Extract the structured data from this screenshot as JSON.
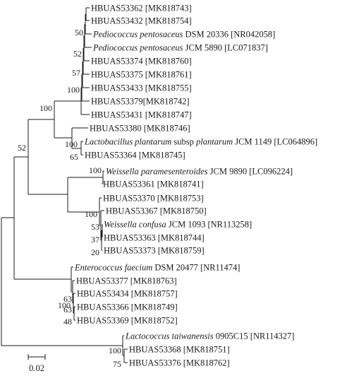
{
  "scale_bar": {
    "label": "0.02"
  },
  "taxa": [
    {
      "id": "t0",
      "plain": "HBUAS53362 [MK818743]"
    },
    {
      "id": "t1",
      "plain": "HBUAS53432 [MK818754]"
    },
    {
      "id": "t2",
      "italic": "Pediococcus pentosaceus",
      "plain": " DSM 20336 [NR042058]"
    },
    {
      "id": "t3",
      "italic": "Pediococcus pentosaceus",
      "plain": " JCM 5890 [LC071837]"
    },
    {
      "id": "t4",
      "plain": "HBUAS53374 [MK818760]"
    },
    {
      "id": "t5",
      "plain": "HBUAS53375 [MK818761]"
    },
    {
      "id": "t6",
      "plain": "HBUAS53433 [MK818755]"
    },
    {
      "id": "t7",
      "plain": "HBUAS53379[MK818742]"
    },
    {
      "id": "t8",
      "plain": "HBUAS53431 [MK818747]"
    },
    {
      "id": "t9",
      "plain": "HBUAS53380 [MK818746]"
    },
    {
      "id": "t10",
      "italic": "Lactobacillus plantarum",
      "plain": " subsp ",
      "italic2": "plantarum",
      "plain2": " JCM 1149 [LC064896]"
    },
    {
      "id": "t11",
      "plain": "HBUAS53364 [MK818745]"
    },
    {
      "id": "t12",
      "italic": "Weissella paramesenteroides",
      "plain": " JCM 9890 [LC096224]"
    },
    {
      "id": "t13",
      "plain": "HBUAS53361 [MK818741]"
    },
    {
      "id": "t14",
      "plain": "HBUAS53370 [MK818753]"
    },
    {
      "id": "t15",
      "plain": "HBUAS53367 [MK818750]"
    },
    {
      "id": "t16",
      "italic": "Weissella confusa",
      "plain": " JCM 1093 [NR113258]"
    },
    {
      "id": "t17",
      "plain": "HBUAS53363 [MK818744]"
    },
    {
      "id": "t18",
      "plain": "HBUAS53373 [MK818759]"
    },
    {
      "id": "t19",
      "italic": "Enterococcus faecium",
      "plain": " DSM 20477 [NR11474]"
    },
    {
      "id": "t20",
      "plain": "HBUAS53377 [MK818763]"
    },
    {
      "id": "t21",
      "plain": "HBUAS53434 [MK818757]"
    },
    {
      "id": "t22",
      "plain": "HBUAS53366 [MK818749]"
    },
    {
      "id": "t23",
      "plain": "HBUAS53369 [MK818752]"
    },
    {
      "id": "t24",
      "italic": "Lactococcus taiwanensis",
      "plain": " 0905C15 [NR114327]"
    },
    {
      "id": "t25",
      "plain": "HBUAS53368 [MK818751]"
    },
    {
      "id": "t26",
      "plain": "HBUAS53376 [MK818762]"
    }
  ],
  "bootstrap": [
    {
      "id": "b50",
      "value": "50"
    },
    {
      "id": "b52a",
      "value": "52"
    },
    {
      "id": "b57",
      "value": "57"
    },
    {
      "id": "b100a",
      "value": "100"
    },
    {
      "id": "b100b",
      "value": "100"
    },
    {
      "id": "b100c",
      "value": "100"
    },
    {
      "id": "b65",
      "value": "65"
    },
    {
      "id": "b52b",
      "value": "52"
    },
    {
      "id": "b100d",
      "value": "100"
    },
    {
      "id": "b100e",
      "value": "100"
    },
    {
      "id": "b53",
      "value": "53"
    },
    {
      "id": "b37",
      "value": "37"
    },
    {
      "id": "b20",
      "value": "20"
    },
    {
      "id": "b100f",
      "value": "100"
    },
    {
      "id": "b63a",
      "value": "63"
    },
    {
      "id": "b63b",
      "value": "63"
    },
    {
      "id": "b48",
      "value": "48"
    },
    {
      "id": "b100g",
      "value": "100"
    },
    {
      "id": "b75",
      "value": "75"
    }
  ]
}
